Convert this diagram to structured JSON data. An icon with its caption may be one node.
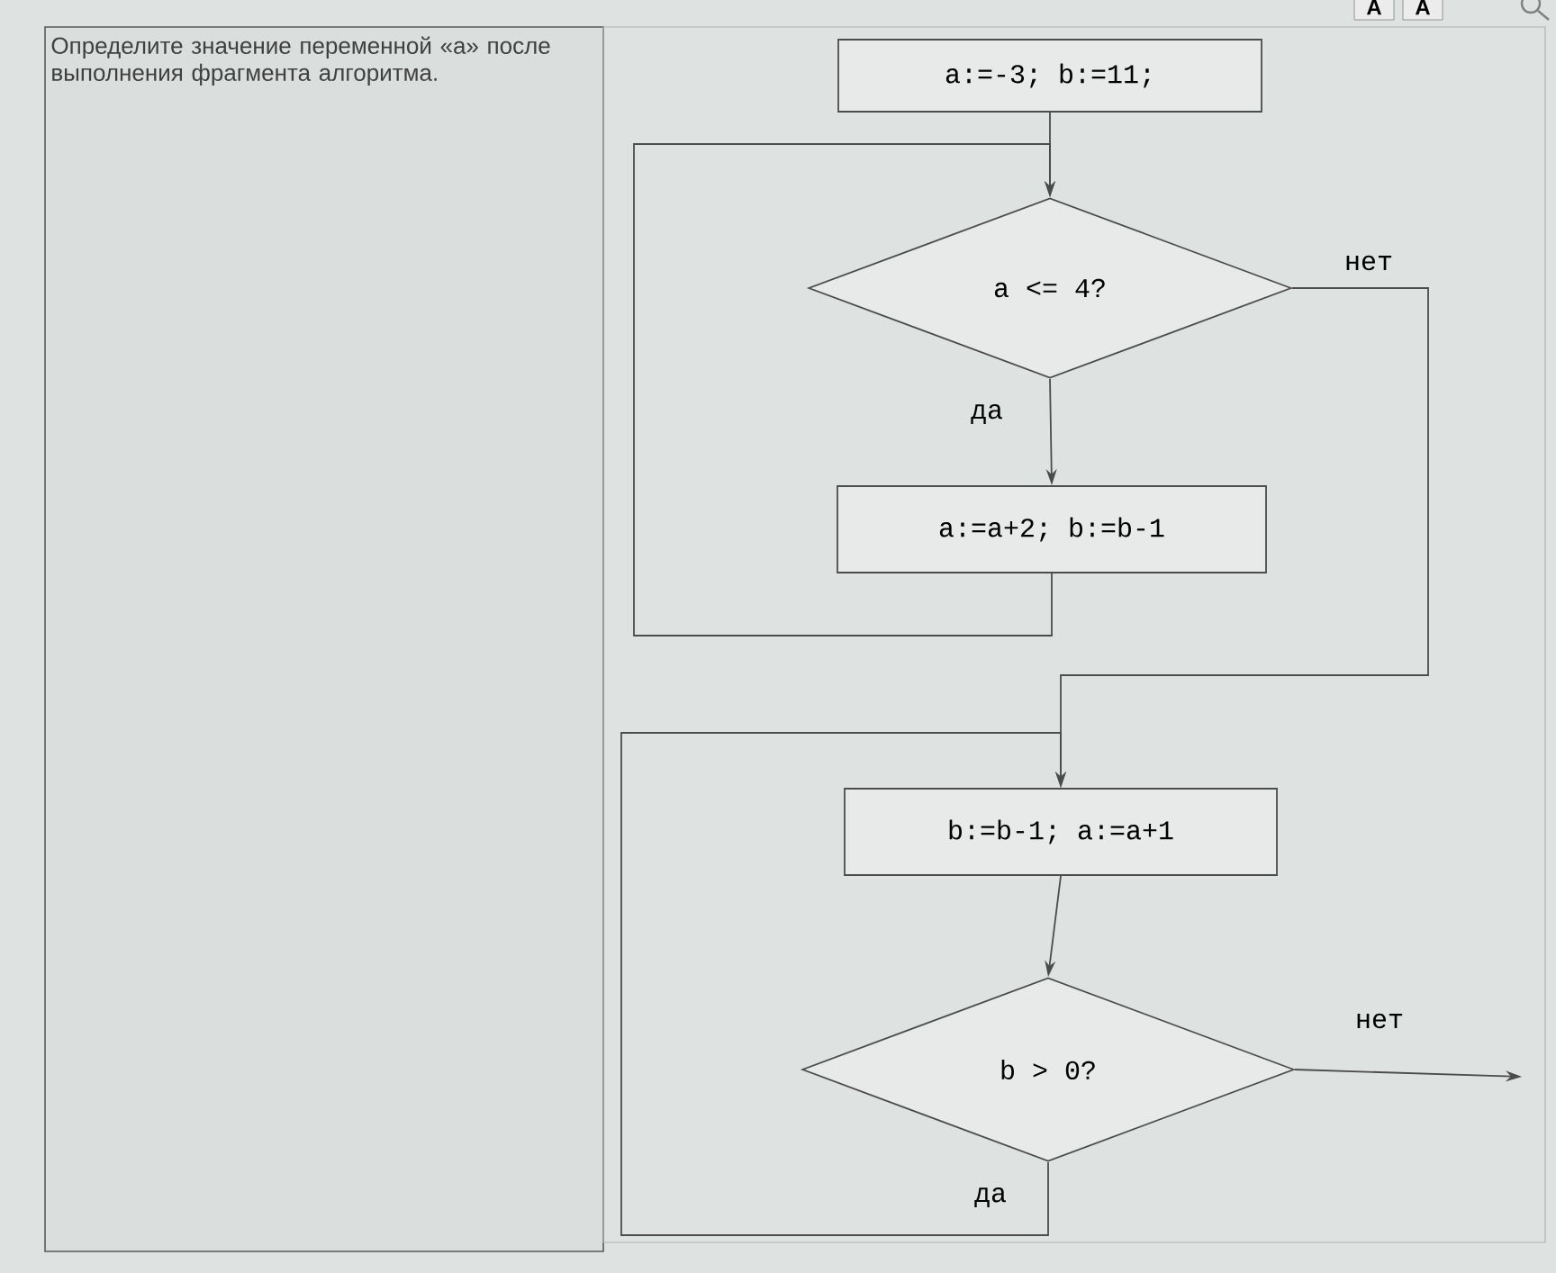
{
  "diagram": {
    "nodes": [
      {
        "text": [
          "a:=-3; b:=11;"
        ]
      },
      {
        "text": [
          "a <= 4?"
        ]
      },
      {
        "text": [
          "a:=a+2; b:=b-1"
        ]
      },
      {
        "text": [
          "b:=b-1; a:=a+1"
        ]
      },
      {
        "text": [
          "b > 0?"
        ]
      }
    ],
    "edges": [
      {
        "from": 0,
        "to": 1,
        "arrow": "to"
      },
      {
        "from": 1,
        "to": 2,
        "arrow": "to",
        "label": "да"
      },
      {
        "from": 2,
        "to": 1,
        "arrow": "to"
      },
      {
        "from": 1,
        "to": 3,
        "arrow": "to",
        "label": "нет"
      },
      {
        "from": 3,
        "to": 4,
        "arrow": "to"
      },
      {
        "from": 4,
        "to": 3,
        "arrow": "to",
        "label": "да"
      },
      {
        "from": 4,
        "to": null,
        "arrow": "to",
        "label": "нет"
      }
    ],
    "labels": [
      "Определите значение переменной «a» после выполнения фрагмента алгоритма.",
      "A",
      "A"
    ]
  }
}
